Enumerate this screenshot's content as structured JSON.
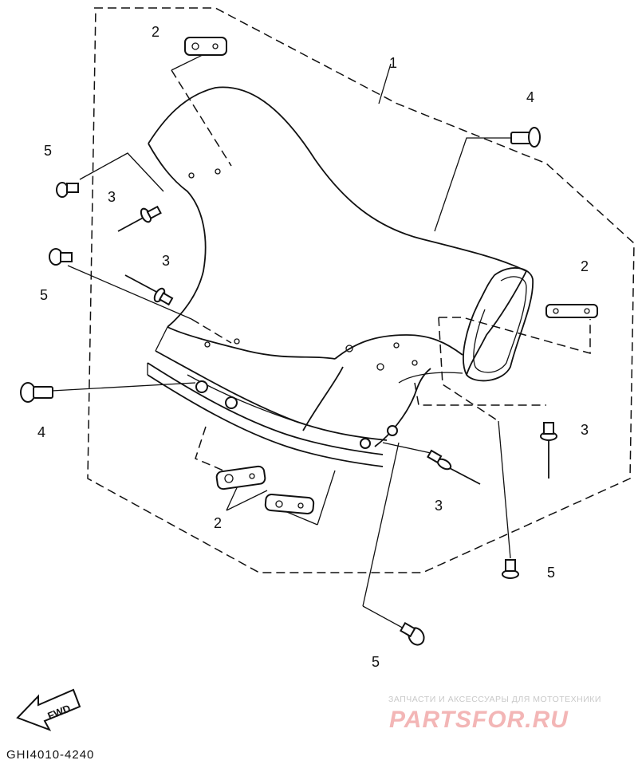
{
  "diagram": {
    "callouts": {
      "c1": "1",
      "c2_top": "2",
      "c2_right": "2",
      "c2_bottom": "2",
      "c3_left_a": "3",
      "c3_left_b": "3",
      "c3_right": "3",
      "c3_bottom": "3",
      "c4_top": "4",
      "c4_left": "4",
      "c5_upper_left": "5",
      "c5_left": "5",
      "c5_right": "5",
      "c5_bottom": "5"
    },
    "fwd_label": "FWD",
    "drawing_code": "GHI4010-4240"
  },
  "watermark": {
    "tagline": "ЗАПЧАСТИ И АКСЕССУАРЫ ДЛЯ МОТОТЕХНИКИ",
    "brand": "PARTSFOR.RU",
    "brand_color": "#f3b6b6"
  }
}
